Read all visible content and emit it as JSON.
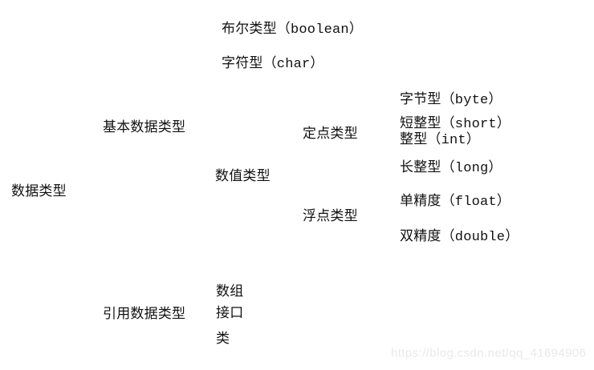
{
  "tree": {
    "label": "数据类型",
    "children": [
      {
        "label": "基本数据类型",
        "children": [
          {
            "label": "布尔类型（boolean）"
          },
          {
            "label": "字符型（char）"
          },
          {
            "label": "数值类型",
            "children": [
              {
                "label": "定点类型",
                "children": [
                  {
                    "label": "字节型（byte）"
                  },
                  {
                    "label": "短整型（short）"
                  },
                  {
                    "label": "整型（int）"
                  },
                  {
                    "label": "长整型（long）"
                  }
                ]
              },
              {
                "label": "浮点类型",
                "children": [
                  {
                    "label": "单精度（float）"
                  },
                  {
                    "label": "双精度（double）"
                  }
                ]
              }
            ]
          }
        ]
      },
      {
        "label": "引用数据类型",
        "children": [
          {
            "label": "数组"
          },
          {
            "label": "接口"
          },
          {
            "label": "类"
          }
        ]
      }
    ]
  },
  "watermark": {
    "text": "https://blog.csdn.net/qq_41694906"
  },
  "colors": {
    "text": "#111111",
    "line": "#1a1a1a",
    "watermark": "#e9e9ec",
    "background": "#ffffff"
  }
}
